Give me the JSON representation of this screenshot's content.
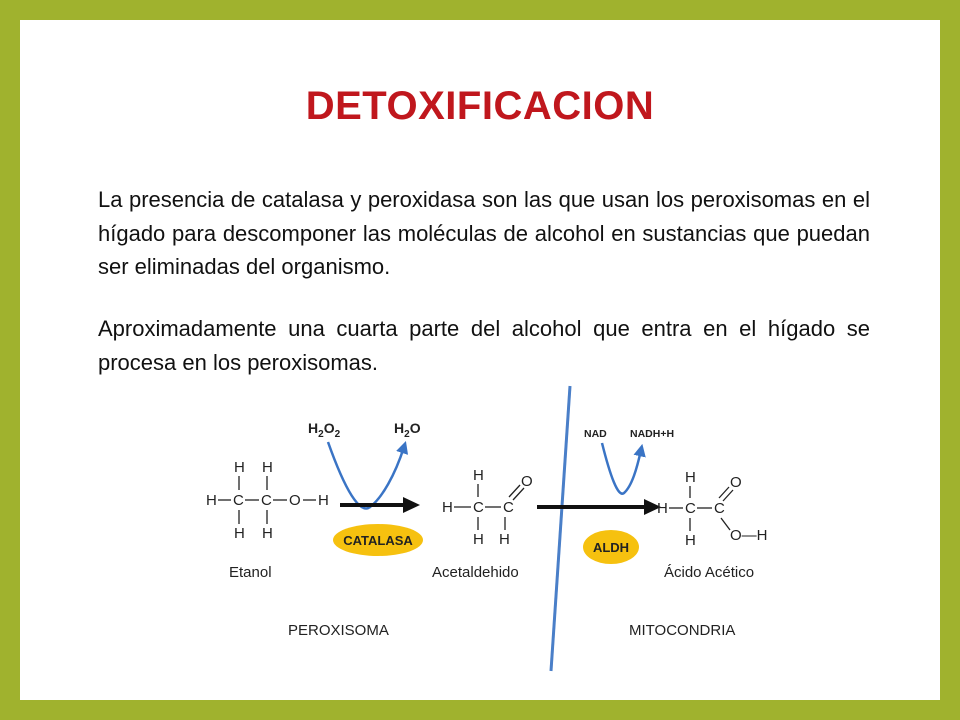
{
  "slide": {
    "title": "DETOXIFICACION",
    "paragraphs": [
      "La presencia de catalasa y peroxidasa son las que usan los peroxisomas en el hígado para descomponer las moléculas de alcohol en sustancias que puedan ser eliminadas del organismo.",
      "Aproximadamente una cuarta parte del alcohol que entra en  el hígado se procesa en los peroxisomas."
    ]
  },
  "diagram": {
    "reactant_in": "H2O2",
    "product_out": "H2O",
    "cofactor_in": "NAD",
    "cofactor_out": "NADH+H",
    "enzyme_1": "CATALASA",
    "enzyme_2": "ALDH",
    "molecule_1": "Etanol",
    "molecule_2": "Acetaldehido",
    "molecule_3": "Ácido Acético",
    "region_left": "PEROXISOMA",
    "region_right": "MITOCONDRIA",
    "atoms": {
      "H": "H",
      "C": "C",
      "O": "O",
      "OH": "O—H"
    },
    "colors": {
      "frame": "#a0b22e",
      "title": "#c0171d",
      "enzyme": "#f6c10f",
      "curve": "#3a74c5",
      "divider": "#4a7fc8"
    }
  }
}
